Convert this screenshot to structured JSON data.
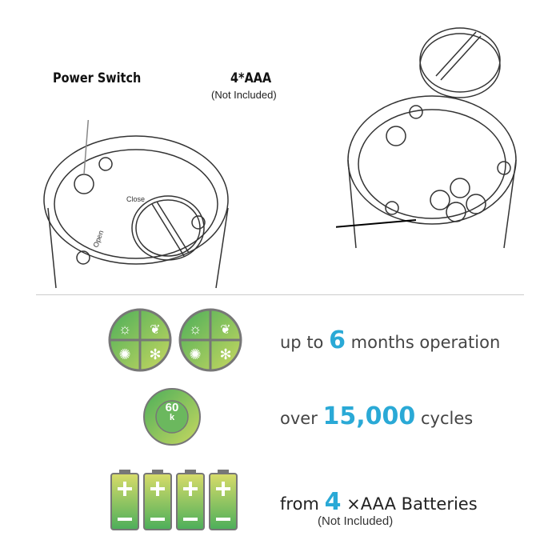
{
  "labels": {
    "power_switch": "Power Switch",
    "battery_type": "4*AAA",
    "battery_note": "(Not Included)",
    "open": "Open",
    "close": "Close"
  },
  "features": [
    {
      "pre": "up to",
      "num": "6",
      "post": "months operation"
    },
    {
      "pre": "over",
      "num": "15,000",
      "post": "cycles"
    },
    {
      "pre": "from",
      "num": "4",
      "post": "×AAA Batteries",
      "note": "(Not Included)"
    }
  ],
  "cycle_badge": {
    "num": "60",
    "unit": "k"
  },
  "colors": {
    "accent": "#2aa9d6",
    "green": "#5cb85c",
    "yellow": "#d8d860"
  }
}
